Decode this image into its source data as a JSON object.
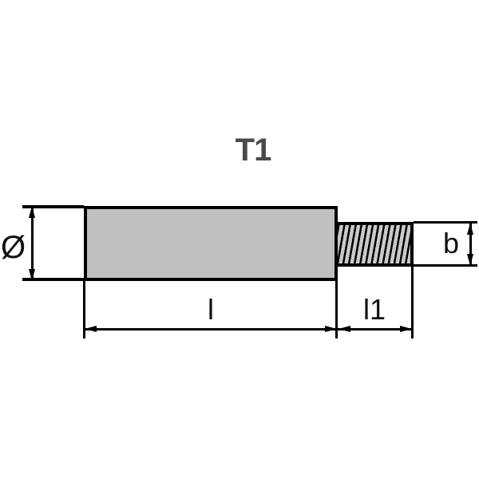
{
  "title": "T1",
  "labels": {
    "diameter": "Ø",
    "thread_diameter": "b",
    "body_length": "l",
    "thread_length": "l1"
  },
  "colors": {
    "line": "#000000",
    "title_text": "#4a4a4a",
    "label_text": "#111111",
    "body_fill": "#c0c0c0",
    "thread_fill": "#c9c9c9",
    "background": "#ffffff"
  }
}
